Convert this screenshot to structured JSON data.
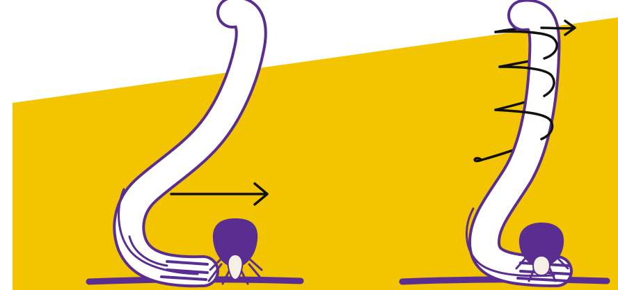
{
  "colors": {
    "background": "#ffffff",
    "band": "#f3c400",
    "outline": "#5a2d91",
    "tool_fill": "#ffffff",
    "arrow": "#111111",
    "tick": "#5a2d91",
    "tick_mouth": "#f4f0e6"
  },
  "panels": [
    {
      "name": "left-panel",
      "tool": "tick-removal-hook",
      "motion": "pull-sideways",
      "arrow_icon": "right-arrow-icon"
    },
    {
      "name": "right-panel",
      "tool": "tick-removal-hook",
      "motion": "twist-upward",
      "arrow_icon": "spiral-arrow-icon"
    }
  ]
}
